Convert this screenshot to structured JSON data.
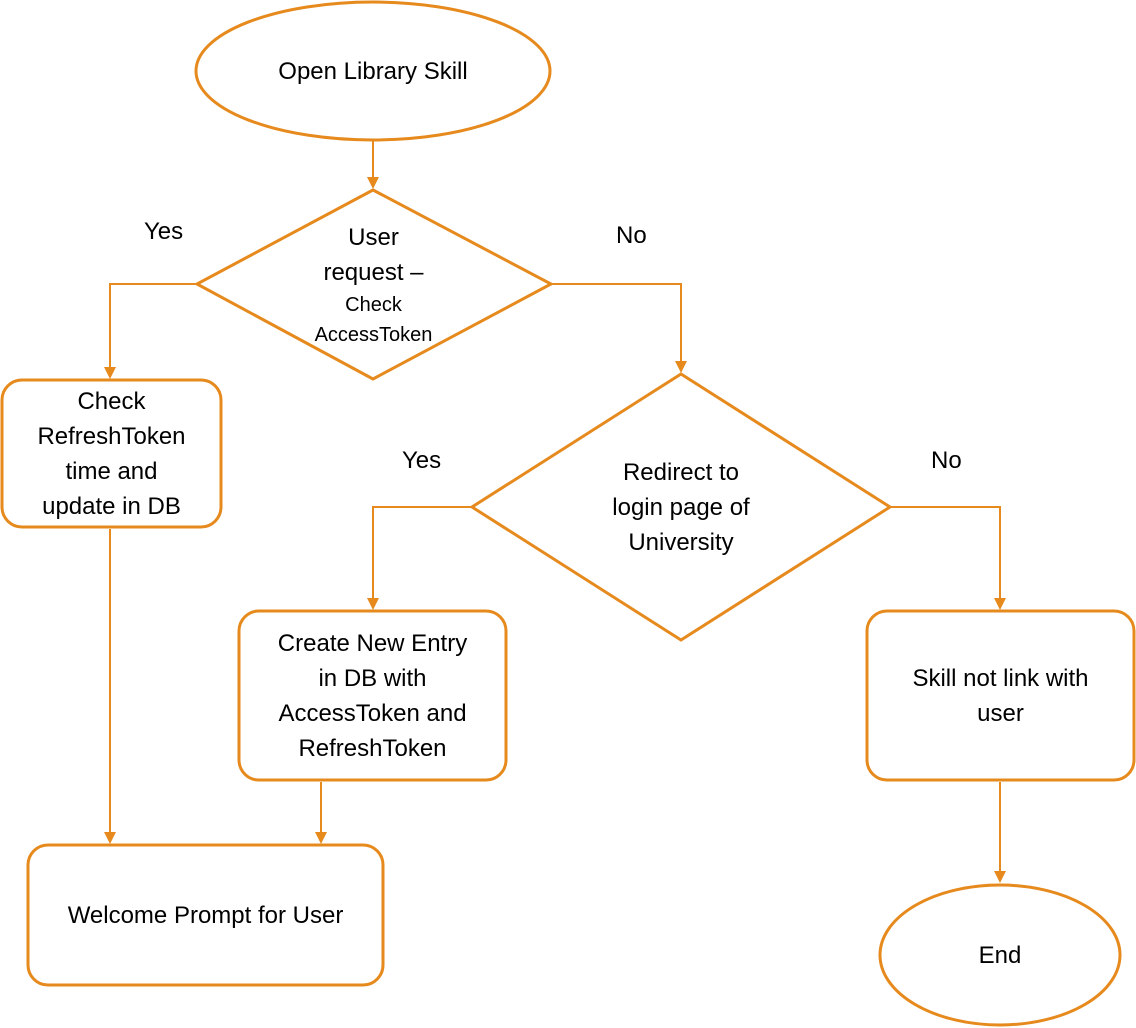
{
  "colors": {
    "stroke": "#e68a1e",
    "text": "#000000",
    "background": "#ffffff"
  },
  "nodes": {
    "start": "Open Library Skill",
    "check_access": {
      "line1": "User",
      "line2": "request –",
      "line3": "Check",
      "line4": "AccessToken"
    },
    "refresh": "Check\nRefreshToken\ntime and\nupdate in DB",
    "redirect": "Redirect to\nlogin page of\nUniversity",
    "create_entry": "Create New Entry\nin DB with\nAccessToken and\nRefreshToken",
    "not_linked": "Skill not link with\nuser",
    "welcome": "Welcome Prompt for User",
    "end": "End"
  },
  "branches": {
    "access_yes": "Yes",
    "access_no": "No",
    "redirect_yes": "Yes",
    "redirect_no": "No"
  }
}
